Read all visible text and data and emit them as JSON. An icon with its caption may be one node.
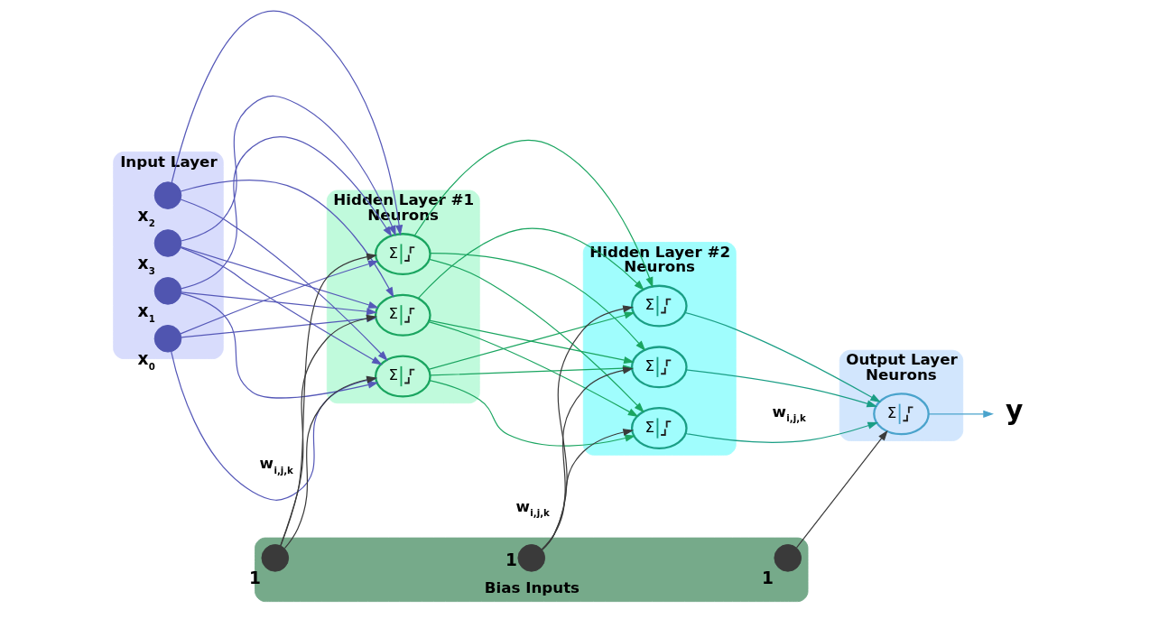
{
  "diagram": {
    "nodes": [
      {
        "text": [
          "Input Layer"
        ]
      },
      {
        "text": [],
        "shape": "circle",
        "in": 0,
        "beside": [
          "x$_{0}$"
        ]
      },
      {
        "text": [],
        "shape": "circle",
        "in": 0,
        "beside": [
          "x$_{1}$"
        ]
      },
      {
        "text": [],
        "shape": "circle",
        "in": 0,
        "beside": [
          "x$_{2}$"
        ]
      },
      {
        "text": [],
        "shape": "circle",
        "in": 0,
        "beside": [
          "x$_{3}$"
        ]
      },
      {
        "text": [
          "Hidden Layer #1",
          "Neurons"
        ]
      },
      {
        "text": [
          "Σ"
        ],
        "in": 5
      },
      {
        "text": [
          "Σ"
        ],
        "in": 5
      },
      {
        "text": [
          "Σ"
        ],
        "in": 5
      },
      {
        "text": [
          "Hidden Layer #2",
          "Neurons"
        ]
      },
      {
        "text": [
          "Σ"
        ],
        "in": 9
      },
      {
        "text": [
          "Σ"
        ],
        "in": 9
      },
      {
        "text": [
          "Σ"
        ],
        "in": 9
      },
      {
        "text": [
          "Output Layer",
          "Neurons"
        ]
      },
      {
        "text": [
          "Σ"
        ],
        "in": 13
      },
      {
        "text": [
          "y"
        ]
      },
      {
        "text": [
          "Bias Inputs"
        ]
      },
      {
        "text": [],
        "shape": "circle",
        "in": 16,
        "beside": [
          "1"
        ]
      },
      {
        "text": [],
        "shape": "circle",
        "in": 16,
        "beside": [
          "1"
        ]
      },
      {
        "text": [],
        "shape": "circle",
        "in": 16,
        "beside": [
          "1"
        ]
      }
    ],
    "edges": [
      {
        "from": 1,
        "to": 6,
        "arrow": "to",
        "color": "#5558b8"
      },
      {
        "from": 1,
        "to": 7,
        "arrow": "to",
        "color": "#5558b8"
      },
      {
        "from": 1,
        "to": 8,
        "arrow": "to",
        "color": "#5558b8"
      },
      {
        "from": 2,
        "to": 6,
        "arrow": "to",
        "color": "#5558b8"
      },
      {
        "from": 2,
        "to": 7,
        "arrow": "to",
        "color": "#5558b8"
      },
      {
        "from": 2,
        "to": 8,
        "arrow": "to",
        "color": "#5558b8"
      },
      {
        "from": 3,
        "to": 6,
        "arrow": "to",
        "color": "#5558b8"
      },
      {
        "from": 3,
        "to": 7,
        "arrow": "to",
        "color": "#5558b8"
      },
      {
        "from": 3,
        "to": 8,
        "arrow": "to",
        "color": "#5558b8"
      },
      {
        "from": 4,
        "to": 6,
        "arrow": "to",
        "color": "#5558b8"
      },
      {
        "from": 4,
        "to": 7,
        "arrow": "to",
        "color": "#5558b8"
      },
      {
        "from": 4,
        "to": 8,
        "arrow": "to",
        "color": "#5558b8"
      },
      {
        "from": 6,
        "to": 10,
        "arrow": "to",
        "color": "#1aa560"
      },
      {
        "from": 6,
        "to": 11,
        "arrow": "to",
        "color": "#1aa560"
      },
      {
        "from": 6,
        "to": 12,
        "arrow": "to",
        "color": "#1aa560"
      },
      {
        "from": 7,
        "to": 10,
        "arrow": "to",
        "color": "#1aa560"
      },
      {
        "from": 7,
        "to": 11,
        "arrow": "to",
        "color": "#1aa560"
      },
      {
        "from": 7,
        "to": 12,
        "arrow": "to",
        "color": "#1aa560"
      },
      {
        "from": 8,
        "to": 10,
        "arrow": "to",
        "color": "#1aa560"
      },
      {
        "from": 8,
        "to": 11,
        "arrow": "to",
        "color": "#1aa560"
      },
      {
        "from": 8,
        "to": 12,
        "arrow": "to",
        "color": "#1aa560"
      },
      {
        "from": 10,
        "to": 14,
        "arrow": "to",
        "color": "#1a9e85"
      },
      {
        "from": 11,
        "to": 14,
        "arrow": "to",
        "color": "#1a9e85"
      },
      {
        "from": 12,
        "to": 14,
        "arrow": "to",
        "color": "#1a9e85"
      },
      {
        "from": 14,
        "to": 15,
        "arrow": "to",
        "color": "#4aa3cc"
      },
      {
        "from": 17,
        "to": 6,
        "arrow": "to",
        "color": "#3a3a3a"
      },
      {
        "from": 17,
        "to": 7,
        "arrow": "to",
        "color": "#3a3a3a"
      },
      {
        "from": 17,
        "to": 8,
        "arrow": "to",
        "color": "#3a3a3a"
      },
      {
        "from": 18,
        "to": 10,
        "arrow": "to",
        "color": "#3a3a3a"
      },
      {
        "from": 18,
        "to": 11,
        "arrow": "to",
        "color": "#3a3a3a"
      },
      {
        "from": 18,
        "to": 12,
        "arrow": "to",
        "color": "#3a3a3a"
      },
      {
        "from": 19,
        "to": 14,
        "arrow": "to",
        "color": "#3a3a3a"
      }
    ],
    "labels": [
      "w$_{i,j,k}$",
      "w$_{i,j,k}$",
      "w$_{i,j,k}$"
    ]
  }
}
